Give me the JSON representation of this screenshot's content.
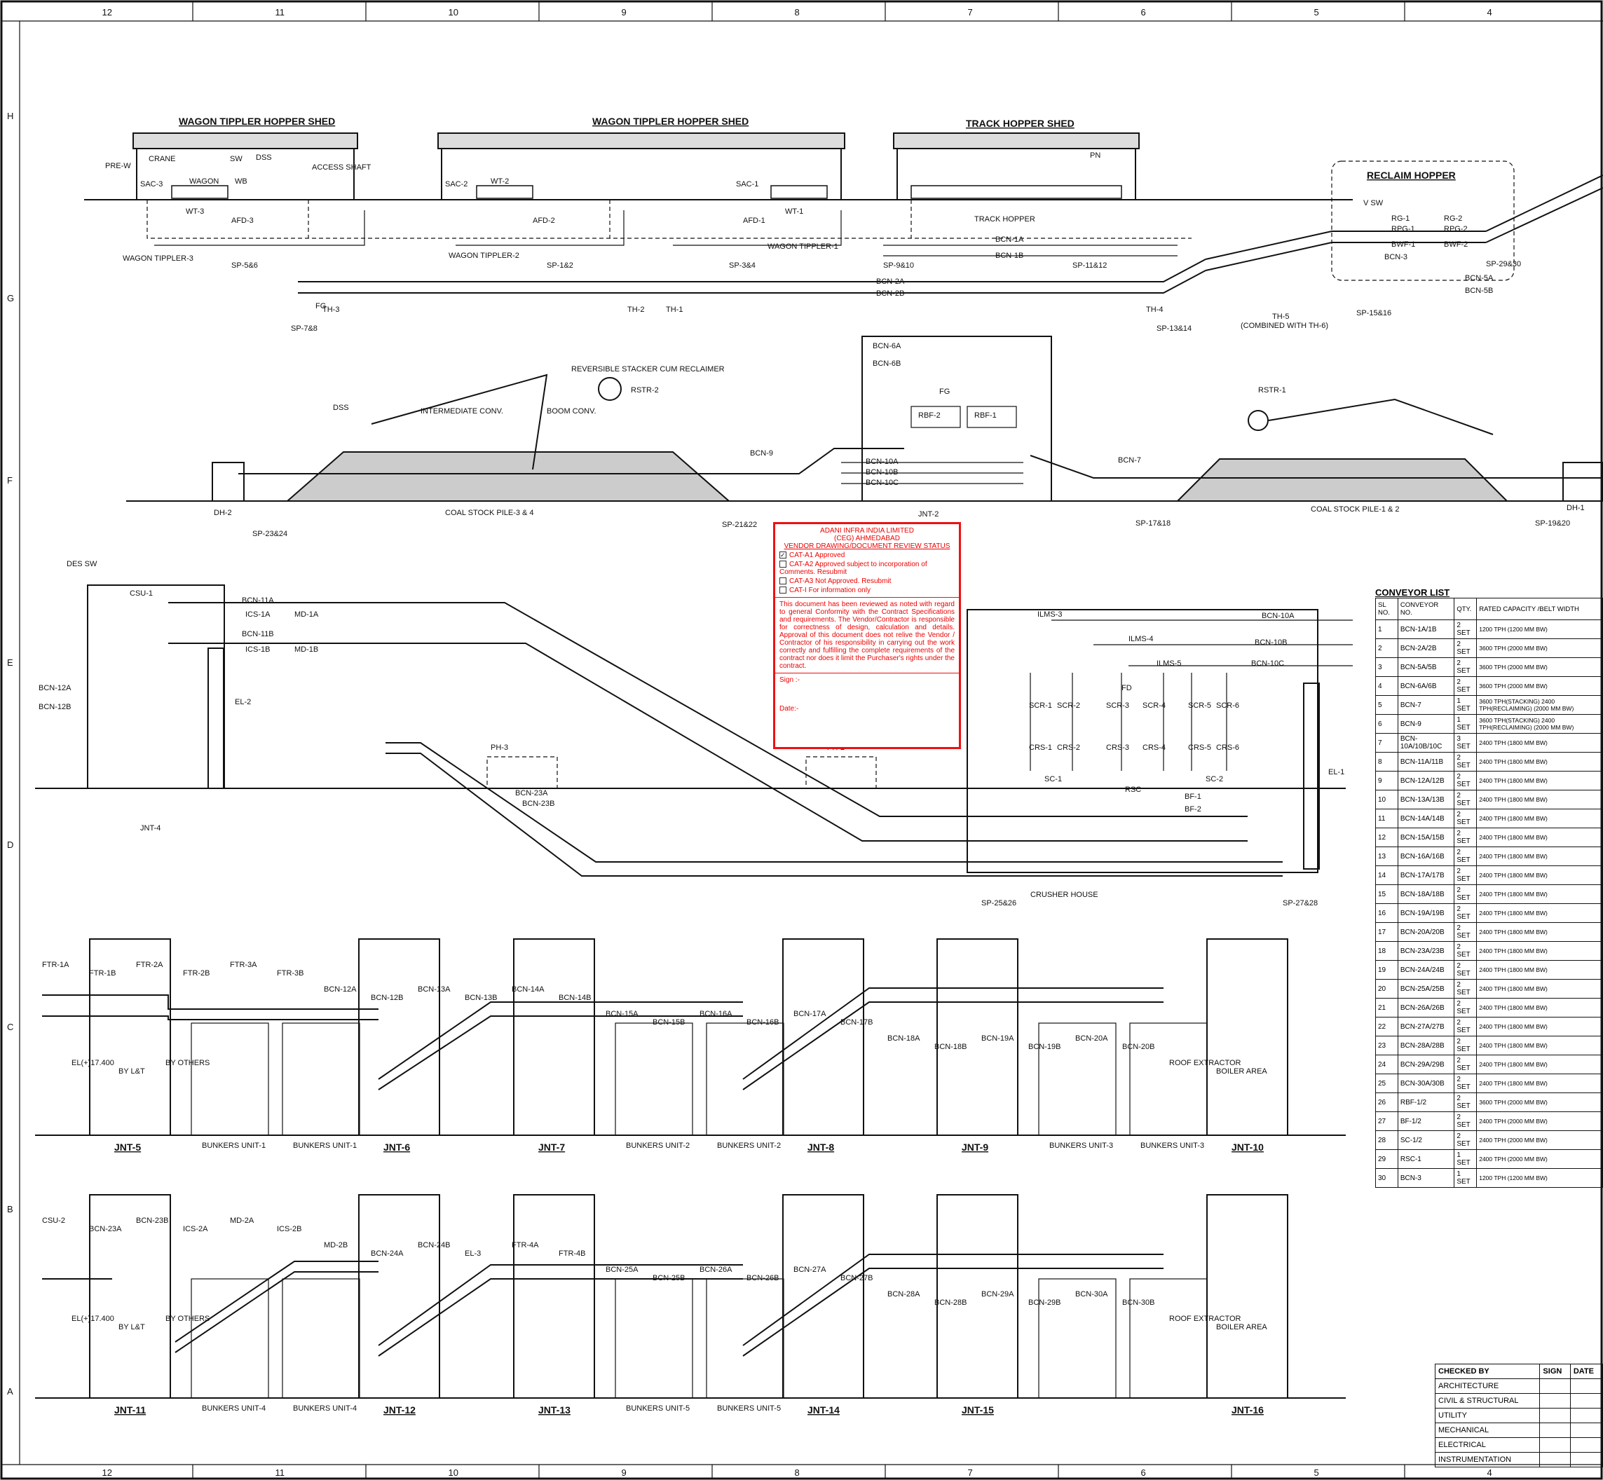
{
  "grid": {
    "columns": [
      "12",
      "11",
      "10",
      "9",
      "8",
      "7",
      "6",
      "5",
      "4"
    ],
    "rows": [
      "H",
      "G",
      "F",
      "E",
      "D",
      "C",
      "B",
      "A"
    ]
  },
  "top_section": {
    "shed_titles": [
      "WAGON TIPPLER HOPPER SHED",
      "WAGON TIPPLER HOPPER SHED",
      "TRACK HOPPER SHED",
      "RECLAIM HOPPER"
    ],
    "labels": [
      "PRE-W",
      "CRANE",
      "DSS",
      "SW",
      "ACCESS SHAFT",
      "SAC-3",
      "WAGON",
      "WB",
      "WT-3",
      "AFD-3",
      "WAGON TIPPLER-3",
      "SP-5&6",
      "SAC-2",
      "WT-2",
      "AFD-2",
      "WAGON TIPPLER-2",
      "SP-1&2",
      "SAC-1",
      "WT-1",
      "AFD-1",
      "WAGON TIPPLER-1",
      "SP-3&4",
      "TRACK HOPPER",
      "BCN-1A",
      "BCN-1B",
      "SP-9&10",
      "SP-11&12",
      "BCN-2A",
      "BCN-2B",
      "TH-3",
      "TH-2",
      "TH-1",
      "TH-4",
      "SP-7&8",
      "SP-13&14",
      "BCN-5A",
      "BCN-5B",
      "TH-5",
      "(COMBINED WITH TH-6)",
      "SP-15&16",
      "SP-29&30",
      "RG-1",
      "RG-2",
      "RPG-1",
      "RPG-2",
      "BWF-1",
      "BWF-2",
      "BCN-3",
      "FG",
      "PN",
      "V SW"
    ]
  },
  "yard_section": {
    "labels": [
      "REVERSIBLE STACKER CUM RECLAIMER",
      "RSTR-2",
      "RSTR-1",
      "INTERMEDIATE CONV.",
      "BOOM CONV.",
      "DSS",
      "COAL STOCK PILE-3 & 4",
      "COAL STOCK PILE-1 & 2",
      "DH-2",
      "DH-1",
      "SP-23&24",
      "SP-21&22",
      "SP-17&18",
      "SP-19&20",
      "BCN-9",
      "BCN-7",
      "BCN-6A",
      "BCN-6B",
      "RBF-2",
      "RBF-1",
      "BCN-10A",
      "BCN-10B",
      "BCN-10C",
      "JNT-2",
      "FG"
    ]
  },
  "crusher_section": {
    "labels": [
      "DES SW",
      "CSU-1",
      "BCN-11A",
      "ICS-1A",
      "MD-1A",
      "BCN-11B",
      "ICS-1B",
      "MD-1B",
      "BCN-12A",
      "BCN-12B",
      "EL-2",
      "JNT-4",
      "PH-3",
      "PH-2",
      "BCN-23A",
      "BCN-23B",
      "ILMS-3",
      "ILMS-4",
      "ILMS-5",
      "BCN-10A",
      "BCN-10B",
      "BCN-10C",
      "SCR-1",
      "SCR-2",
      "SCR-3",
      "SCR-4",
      "SCR-5",
      "SCR-6",
      "CRS-1",
      "CRS-2",
      "CRS-3",
      "CRS-4",
      "CRS-5",
      "CRS-6",
      "FD",
      "SC-1",
      "SC-2",
      "RSC",
      "BF-1",
      "BF-2",
      "EL-1",
      "CRUSHER HOUSE",
      "SP-25&26",
      "SP-27&28"
    ]
  },
  "bunker_row_1": {
    "labels": [
      "FTR-1A",
      "FTR-1B",
      "FTR-2A",
      "FTR-2B",
      "FTR-3A",
      "FTR-3B",
      "BCN-12A",
      "BCN-12B",
      "BCN-13A",
      "BCN-13B",
      "BCN-14A",
      "BCN-14B",
      "BCN-15A",
      "BCN-15B",
      "BCN-16A",
      "BCN-16B",
      "BCN-17A",
      "BCN-17B",
      "BCN-18A",
      "BCN-18B",
      "BCN-19A",
      "BCN-19B",
      "BCN-20A",
      "BCN-20B",
      "ROOF EXTRACTOR",
      "BOILER AREA",
      "EL(+)17.400",
      "BY L&T",
      "BY OTHERS"
    ],
    "junctions": [
      "JNT-5",
      "JNT-6",
      "JNT-7",
      "JNT-8",
      "JNT-9",
      "JNT-10"
    ],
    "bunkers": [
      "BUNKERS UNIT-1",
      "BUNKERS UNIT-1",
      "BUNKERS UNIT-2",
      "BUNKERS UNIT-2",
      "BUNKERS UNIT-3",
      "BUNKERS UNIT-3"
    ]
  },
  "bunker_row_2": {
    "labels": [
      "CSU-2",
      "BCN-23A",
      "BCN-23B",
      "ICS-2A",
      "MD-2A",
      "ICS-2B",
      "MD-2B",
      "BCN-24A",
      "BCN-24B",
      "EL-3",
      "FTR-4A",
      "FTR-4B",
      "BCN-25A",
      "BCN-25B",
      "BCN-26A",
      "BCN-26B",
      "BCN-27A",
      "BCN-27B",
      "BCN-28A",
      "BCN-28B",
      "BCN-29A",
      "BCN-29B",
      "BCN-30A",
      "BCN-30B",
      "ROOF EXTRACTOR",
      "BOILER AREA",
      "EL(+)17.400",
      "BY L&T",
      "BY OTHERS"
    ],
    "junctions": [
      "JNT-11",
      "JNT-12",
      "JNT-13",
      "JNT-14",
      "JNT-15",
      "JNT-16"
    ],
    "bunkers": [
      "BUNKERS UNIT-4",
      "BUNKERS UNIT-4",
      "BUNKERS UNIT-5",
      "BUNKERS UNIT-5"
    ]
  },
  "stamp": {
    "company": "ADANI INFRA INDIA LIMITED",
    "office": "(CEG) AHMEDABAD",
    "heading": "VENDOR DRAWING/DOCUMENT REVIEW STATUS",
    "options": [
      {
        "code": "CAT-A1",
        "text": "Approved",
        "checked": true
      },
      {
        "code": "CAT-A2",
        "text": "Approved subject to incorporation of Comments. Resubmit",
        "checked": false
      },
      {
        "code": "CAT-A3",
        "text": "Not Approved. Resubmit",
        "checked": false
      },
      {
        "code": "CAT-I",
        "text": "For information only",
        "checked": false
      }
    ],
    "body": "This document has been reviewed as noted with regard to general Conformity with the Contract Specifications and requirements. The Vendor/Contractor is responsible for correctness of design, calculation and details. Approval of this document does not relive the Vendor / Contractor of his responsibility in carrying out the work correctly and fulfilling the complete requirements of the contract nor does it limit the Purchaser's rights under the contract.",
    "sign_label": "Sign :-",
    "date_label": "Date:-",
    "color": "#e00000"
  },
  "conveyor_list": {
    "title": "CONVEYOR LIST",
    "headers": [
      "SL NO.",
      "CONVEYOR NO.",
      "QTY.",
      "RATED CAPACITY /BELT WIDTH"
    ],
    "rows": [
      [
        "1",
        "BCN-1A/1B",
        "2 SET",
        "1200 TPH (1200 MM BW)"
      ],
      [
        "2",
        "BCN-2A/2B",
        "2 SET",
        "3600 TPH (2000 MM BW)"
      ],
      [
        "3",
        "BCN-5A/5B",
        "2 SET",
        "3600 TPH (2000 MM BW)"
      ],
      [
        "4",
        "BCN-6A/6B",
        "2 SET",
        "3600 TPH (2000 MM BW)"
      ],
      [
        "5",
        "BCN-7",
        "1 SET",
        "3600 TPH(STACKING) 2400 TPH(RECLAIMING) (2000 MM BW)"
      ],
      [
        "6",
        "BCN-9",
        "1 SET",
        "3600 TPH(STACKING) 2400 TPH(RECLAIMING) (2000 MM BW)"
      ],
      [
        "7",
        "BCN-10A/10B/10C",
        "3 SET",
        "2400 TPH (1800 MM BW)"
      ],
      [
        "8",
        "BCN-11A/11B",
        "2 SET",
        "2400 TPH (1800 MM BW)"
      ],
      [
        "9",
        "BCN-12A/12B",
        "2 SET",
        "2400 TPH (1800 MM BW)"
      ],
      [
        "10",
        "BCN-13A/13B",
        "2 SET",
        "2400 TPH (1800 MM BW)"
      ],
      [
        "11",
        "BCN-14A/14B",
        "2 SET",
        "2400 TPH (1800 MM BW)"
      ],
      [
        "12",
        "BCN-15A/15B",
        "2 SET",
        "2400 TPH (1800 MM BW)"
      ],
      [
        "13",
        "BCN-16A/16B",
        "2 SET",
        "2400 TPH (1800 MM BW)"
      ],
      [
        "14",
        "BCN-17A/17B",
        "2 SET",
        "2400 TPH (1800 MM BW)"
      ],
      [
        "15",
        "BCN-18A/18B",
        "2 SET",
        "2400 TPH (1800 MM BW)"
      ],
      [
        "16",
        "BCN-19A/19B",
        "2 SET",
        "2400 TPH (1800 MM BW)"
      ],
      [
        "17",
        "BCN-20A/20B",
        "2 SET",
        "2400 TPH (1800 MM BW)"
      ],
      [
        "18",
        "BCN-23A/23B",
        "2 SET",
        "2400 TPH (1800 MM BW)"
      ],
      [
        "19",
        "BCN-24A/24B",
        "2 SET",
        "2400 TPH (1800 MM BW)"
      ],
      [
        "20",
        "BCN-25A/25B",
        "2 SET",
        "2400 TPH (1800 MM BW)"
      ],
      [
        "21",
        "BCN-26A/26B",
        "2 SET",
        "2400 TPH (1800 MM BW)"
      ],
      [
        "22",
        "BCN-27A/27B",
        "2 SET",
        "2400 TPH (1800 MM BW)"
      ],
      [
        "23",
        "BCN-28A/28B",
        "2 SET",
        "2400 TPH (1800 MM BW)"
      ],
      [
        "24",
        "BCN-29A/29B",
        "2 SET",
        "2400 TPH (1800 MM BW)"
      ],
      [
        "25",
        "BCN-30A/30B",
        "2 SET",
        "2400 TPH (1800 MM BW)"
      ],
      [
        "26",
        "RBF-1/2",
        "2 SET",
        "3600 TPH (2000 MM BW)"
      ],
      [
        "27",
        "BF-1/2",
        "2 SET",
        "2400 TPH (2000 MM BW)"
      ],
      [
        "28",
        "SC-1/2",
        "2 SET",
        "2400 TPH (2000 MM BW)"
      ],
      [
        "29",
        "RSC-1",
        "1 SET",
        "2400 TPH (2000 MM BW)"
      ],
      [
        "30",
        "BCN-3",
        "1 SET",
        "1200 TPH (1200 MM BW)"
      ]
    ]
  },
  "signoff": {
    "headers": [
      "CHECKED BY",
      "SIGN",
      "DATE"
    ],
    "rows": [
      [
        "ARCHITECTURE",
        "",
        ""
      ],
      [
        "CIVIL & STRUCTURAL",
        "",
        ""
      ],
      [
        "UTILITY",
        "",
        ""
      ],
      [
        "MECHANICAL",
        "",
        ""
      ],
      [
        "ELECTRICAL",
        "",
        ""
      ],
      [
        "INSTRUMENTATION",
        "",
        ""
      ]
    ]
  }
}
